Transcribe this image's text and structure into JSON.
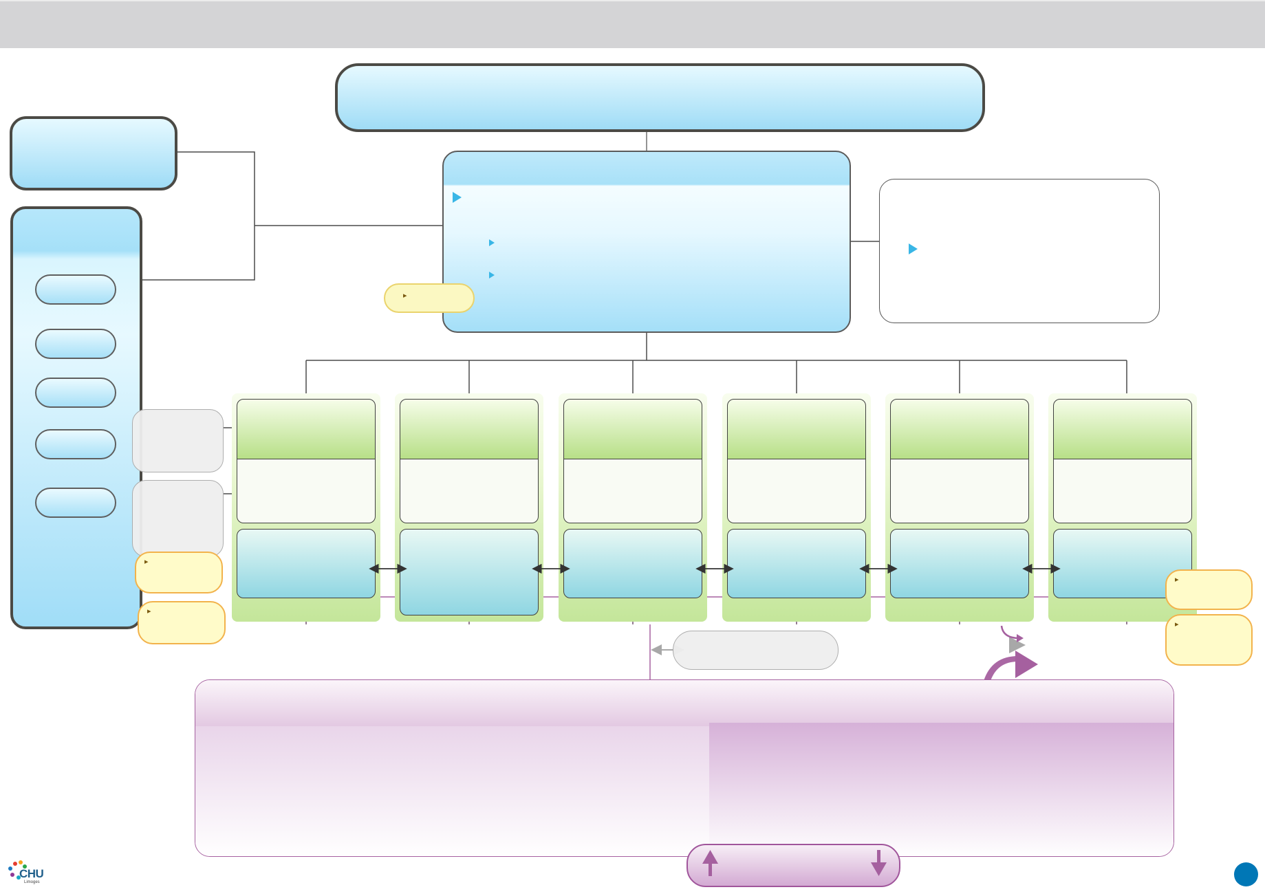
{
  "diagram": {
    "colors": {
      "header_bar": "#d4d4d6",
      "blue_box": "#a2dff8",
      "green_column": "#b7df87",
      "teal_box": "#8fd6e2",
      "purple_panel": "#a5609f",
      "note": "#fffbc9",
      "note_border": "#f2b24b",
      "bullet": "#39b6e6",
      "corner_dot": "#0077b6"
    },
    "columns_count": 6,
    "icons": [
      "bullet-triangle-icon",
      "note-pin-icon",
      "double-arrow-icon",
      "curved-arrow-icon",
      "up-arrow-icon",
      "down-arrow-icon"
    ]
  },
  "logo": {
    "name": "CHU",
    "subtitle": "Limoges"
  }
}
